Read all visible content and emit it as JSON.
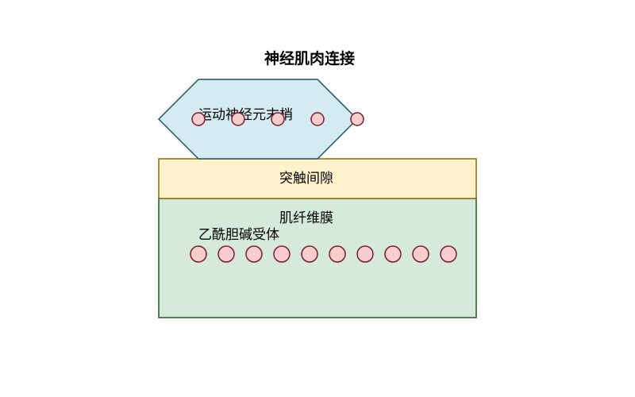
{
  "diagram": {
    "title": "神经肌肉连接",
    "nerve_terminal": {
      "label": "运动神经元末梢",
      "fill": "#d4ebf1",
      "stroke": "#1a5968",
      "vesicle_count": 5
    },
    "synaptic_cleft": {
      "label": "突触间隙",
      "fill": "#fff2cc",
      "stroke": "#8a6d00"
    },
    "muscle_membrane": {
      "label": "肌纤维膜",
      "fill": "#d5eadb",
      "stroke": "#1e5a24"
    },
    "receptors": {
      "label": "乙酰胆碱受体",
      "count": 10
    },
    "dot_fill": "#f8cecc",
    "dot_stroke": "#7a1a2e"
  }
}
